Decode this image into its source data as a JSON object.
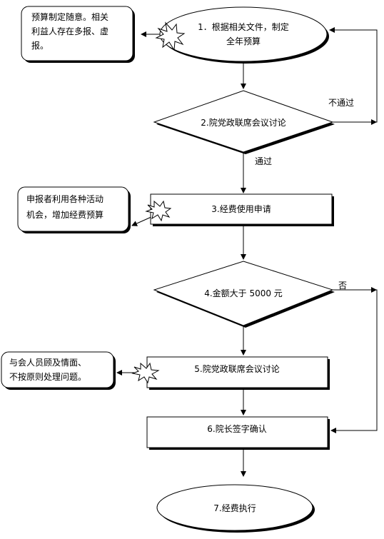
{
  "nodes": {
    "n1": {
      "lines": [
        "1．根据相关文件，制定",
        "全年预算"
      ]
    },
    "n2": {
      "lines": [
        "2.院党政联席会议讨论"
      ]
    },
    "n3": {
      "lines": [
        "3.经费使用申请"
      ]
    },
    "n4": {
      "lines": [
        "4.金额大于 5000 元"
      ]
    },
    "n5": {
      "lines": [
        "5.院党政联席会议讨论"
      ]
    },
    "n6": {
      "lines": [
        "6.院长签字确认"
      ]
    },
    "n7": {
      "lines": [
        "7.经费执行"
      ]
    }
  },
  "notes": {
    "note1": {
      "lines": [
        "预算制定随意。相关",
        "利益人存在多报、虚",
        "报。"
      ]
    },
    "note2": {
      "lines": [
        "申报者利用各种活动",
        "机会，增加经费预算"
      ]
    },
    "note3": {
      "lines": [
        "与会人员顾及情面、",
        "不按原则处理问题。"
      ]
    }
  },
  "edges": {
    "pass": "通过",
    "fail": "不通过",
    "no": "否"
  }
}
